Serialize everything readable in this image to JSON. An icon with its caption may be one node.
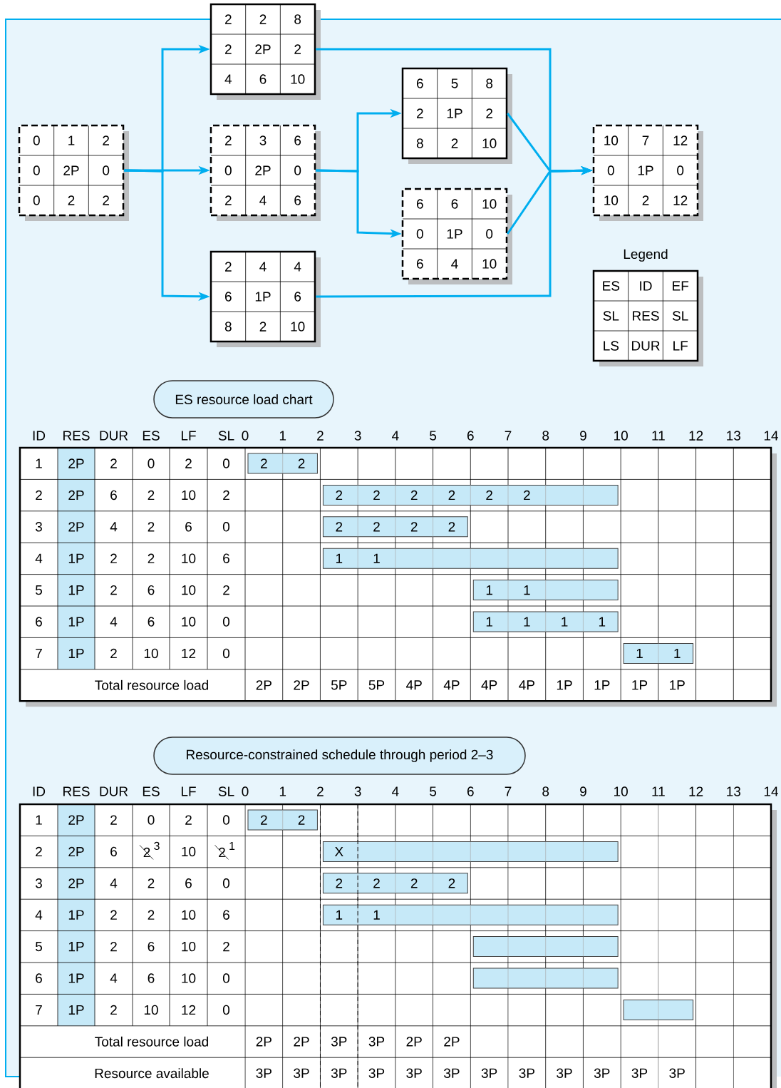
{
  "diagram": {
    "nodes": [
      {
        "text": [
          "0",
          "1",
          "2",
          "0",
          "2P",
          "0",
          "0",
          "2",
          "2"
        ]
      },
      {
        "text": [
          "2",
          "2",
          "8",
          "2",
          "2P",
          "2",
          "4",
          "6",
          "10"
        ]
      },
      {
        "text": [
          "2",
          "3",
          "6",
          "0",
          "2P",
          "0",
          "2",
          "4",
          "6"
        ]
      },
      {
        "text": [
          "2",
          "4",
          "4",
          "6",
          "1P",
          "6",
          "8",
          "2",
          "10"
        ]
      },
      {
        "text": [
          "6",
          "5",
          "8",
          "2",
          "1P",
          "2",
          "8",
          "2",
          "10"
        ]
      },
      {
        "text": [
          "6",
          "6",
          "10",
          "0",
          "1P",
          "0",
          "6",
          "4",
          "10"
        ]
      },
      {
        "text": [
          "10",
          "7",
          "12",
          "0",
          "1P",
          "0",
          "10",
          "2",
          "12"
        ]
      },
      {
        "text": [
          "Legend",
          "ES",
          "ID",
          "EF",
          "SL",
          "RES",
          "SL",
          "LS",
          "DUR",
          "LF"
        ]
      },
      {
        "text": [
          "ES resource load chart"
        ]
      },
      {
        "text": [
          "Resource-constrained schedule through period 2–3"
        ]
      }
    ],
    "edges": [
      {
        "from": 0,
        "to": 1,
        "arrow": "to"
      },
      {
        "from": 0,
        "to": 2,
        "arrow": "to"
      },
      {
        "from": 0,
        "to": 3,
        "arrow": "to"
      },
      {
        "from": 2,
        "to": 4,
        "arrow": "to"
      },
      {
        "from": 2,
        "to": 5,
        "arrow": "to"
      },
      {
        "from": 1,
        "to": 6,
        "arrow": "to"
      },
      {
        "from": 4,
        "to": 6,
        "arrow": "to"
      },
      {
        "from": 5,
        "to": 6,
        "arrow": "to"
      },
      {
        "from": 3,
        "to": 6,
        "arrow": "to"
      }
    ],
    "labels": [
      "ID",
      "RES",
      "DUR",
      "ES",
      "LF",
      "SL",
      "0",
      "1",
      "2",
      "3",
      "4",
      "5",
      "6",
      "7",
      "8",
      "9",
      "10",
      "11",
      "12",
      "13",
      "14",
      "1",
      "2P",
      "2",
      "0",
      "2",
      "0",
      "2",
      "2",
      "2",
      "2P",
      "6",
      "2",
      "10",
      "2",
      "2",
      "2",
      "2",
      "2",
      "2",
      "2",
      "3",
      "2P",
      "4",
      "2",
      "6",
      "0",
      "2",
      "2",
      "2",
      "2",
      "4",
      "1P",
      "2",
      "2",
      "10",
      "6",
      "1",
      "1",
      "5",
      "1P",
      "2",
      "6",
      "10",
      "2",
      "1",
      "1",
      "6",
      "1P",
      "4",
      "6",
      "10",
      "0",
      "1",
      "1",
      "1",
      "1",
      "7",
      "1P",
      "2",
      "10",
      "12",
      "0",
      "1",
      "1",
      "Total resource load",
      "2P",
      "2P",
      "5P",
      "5P",
      "4P",
      "4P",
      "4P",
      "4P",
      "1P",
      "1P",
      "1P",
      "1P",
      "ID",
      "RES",
      "DUR",
      "ES",
      "LF",
      "SL",
      "0",
      "1",
      "2",
      "3",
      "4",
      "5",
      "6",
      "7",
      "8",
      "9",
      "10",
      "11",
      "12",
      "13",
      "14",
      "1",
      "2P",
      "2",
      "0",
      "2",
      "0",
      "2",
      "2",
      "2",
      "2P",
      "6",
      "2",
      "3",
      "10",
      "2",
      "1",
      "X",
      "3",
      "2P",
      "4",
      "2",
      "6",
      "0",
      "2",
      "2",
      "2",
      "2",
      "4",
      "1P",
      "2",
      "2",
      "10",
      "6",
      "1",
      "1",
      "5",
      "1P",
      "2",
      "6",
      "10",
      "2",
      "6",
      "1P",
      "4",
      "6",
      "10",
      "0",
      "7",
      "1P",
      "2",
      "10",
      "12",
      "0",
      "Total resource load",
      "2P",
      "2P",
      "3P",
      "3P",
      "2P",
      "2P",
      "Resource available",
      "3P",
      "3P",
      "3P",
      "3P",
      "3P",
      "3P",
      "3P",
      "3P",
      "3P",
      "3P",
      "3P",
      "3P"
    ]
  }
}
